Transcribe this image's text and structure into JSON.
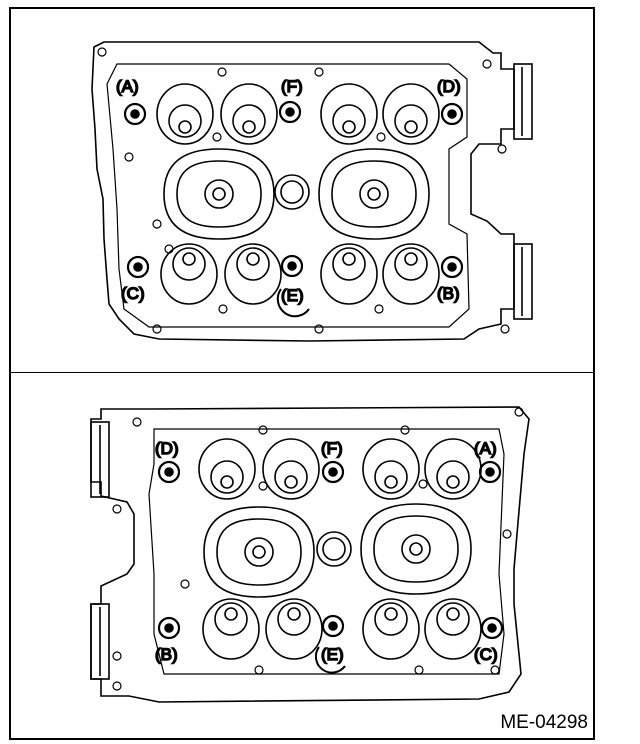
{
  "figure_code": "ME-04298",
  "upper_view": {
    "labels": {
      "A": "(A)",
      "B": "(B)",
      "C": "(C)",
      "D": "(D)",
      "E": "(E)",
      "F": "(F)"
    }
  },
  "lower_view": {
    "labels": {
      "A": "(A)",
      "B": "(B)",
      "C": "(C)",
      "D": "(D)",
      "E": "(E)",
      "F": "(F)"
    }
  }
}
